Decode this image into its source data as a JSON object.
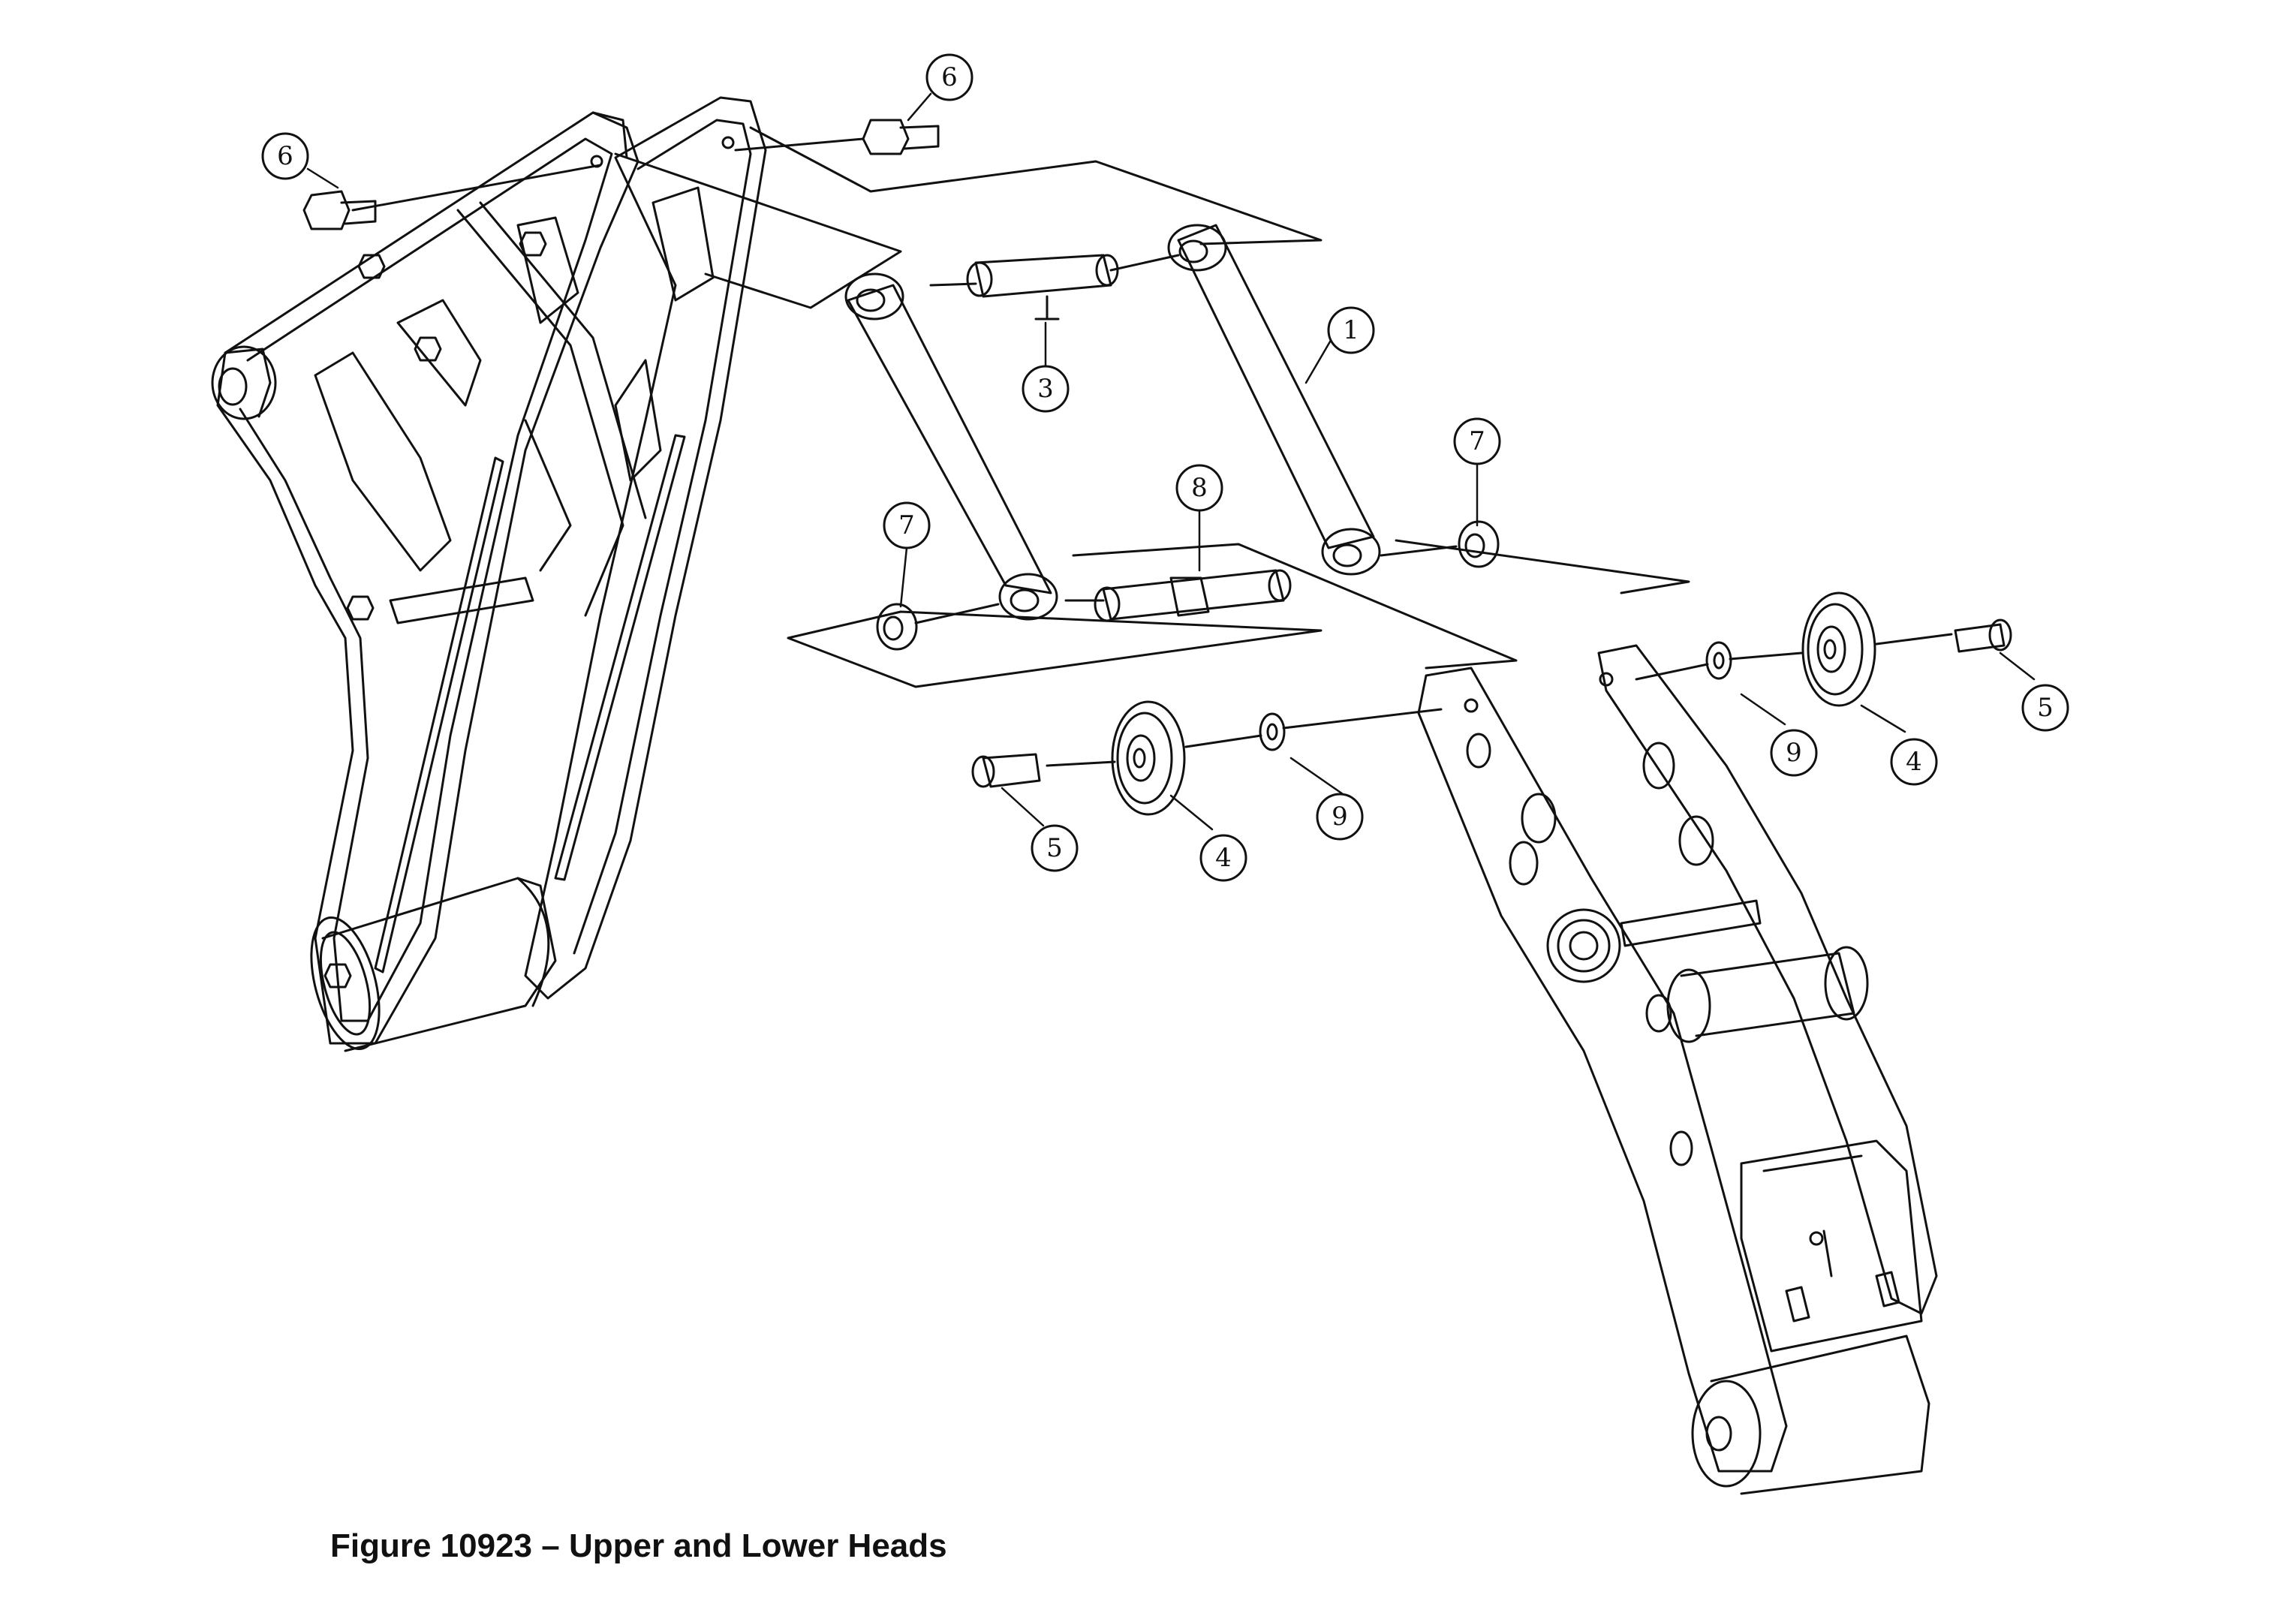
{
  "figure": {
    "caption": "Figure 10923 – Upper and Lower Heads"
  },
  "colors": {
    "line": "#111111",
    "background": "#ffffff"
  },
  "callouts": {
    "c6_left": "6",
    "c6_top": "6",
    "c3": "3",
    "c1": "1",
    "c7_right": "7",
    "c8": "8",
    "c7_left": "7",
    "c9_right": "9",
    "c4_right": "4",
    "c5_right": "5",
    "c5_left": "5",
    "c4_left": "4",
    "c9_left": "9"
  }
}
